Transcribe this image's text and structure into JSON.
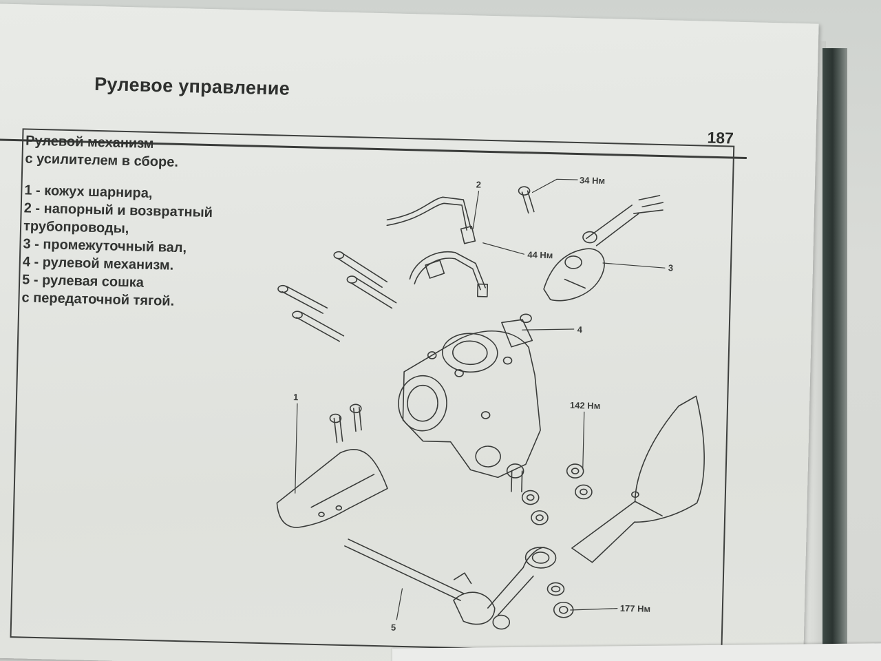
{
  "header": {
    "section_title": "Рулевое управление",
    "page_number": "187"
  },
  "figure": {
    "title_line1": "Рулевой механизм",
    "title_line2": "с усилителем в сборе.",
    "legend": [
      "1 - кожух шарнира,",
      "2 - напорный и возвратный",
      "трубопроводы,",
      "3 - промежуточный вал,",
      "4 - рулевой механизм.",
      "5 - рулевая сошка",
      "с передаточной тягой."
    ],
    "callouts": {
      "n1": "1",
      "n2": "2",
      "n3": "3",
      "n4": "4",
      "n5": "5"
    },
    "torques": {
      "t34": "34 Нм",
      "t44": "44 Нм",
      "t142": "142 Нм",
      "t177": "177 Нм"
    }
  },
  "colors": {
    "ink": "#313331",
    "paper": "#e4e6e2"
  }
}
